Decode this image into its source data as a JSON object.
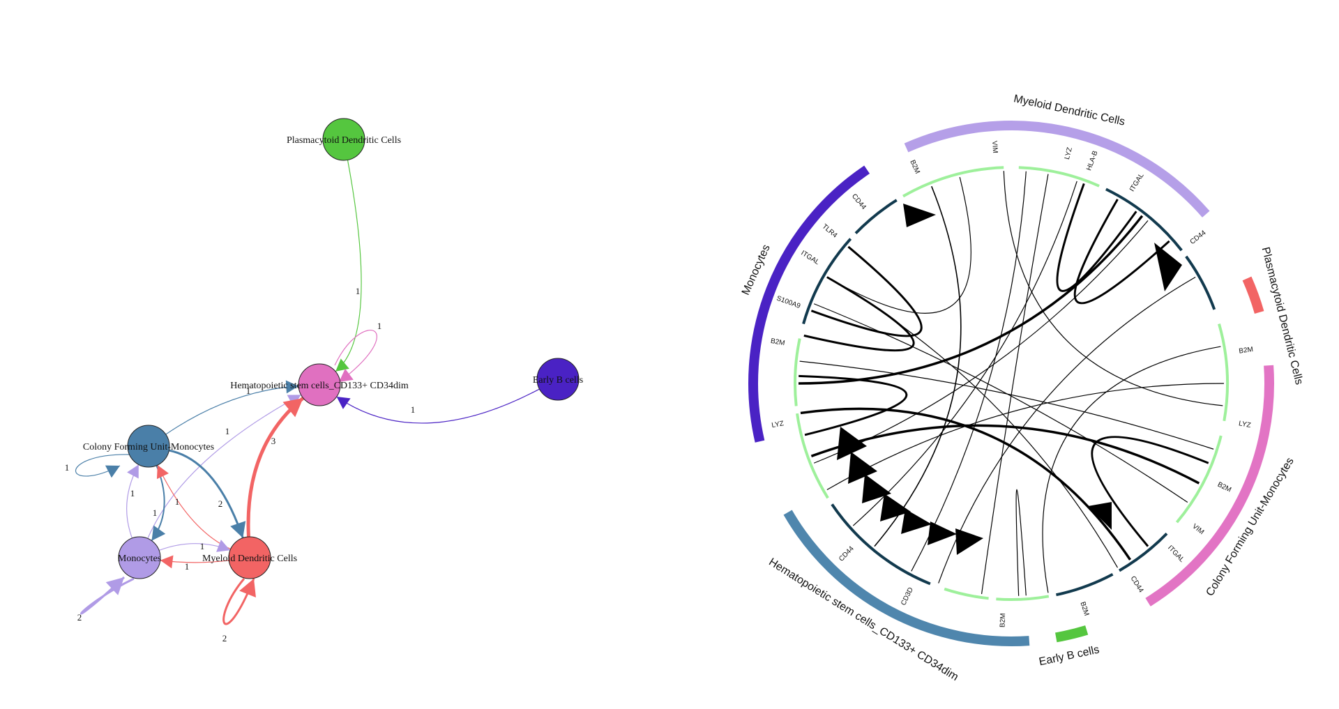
{
  "network": {
    "nodes": [
      {
        "id": "pdc",
        "label": "Plasmacytoid Dendritic Cells",
        "color": "#55c63f"
      },
      {
        "id": "hsc",
        "label": "Hematopoietic stem cells_CD133+ CD34dim",
        "color": "#e070c0"
      },
      {
        "id": "ebc",
        "label": "Early B cells",
        "color": "#4a22c4"
      },
      {
        "id": "cfu",
        "label": "Colony Forming Unit-Monocytes",
        "color": "#4a7fa8"
      },
      {
        "id": "mono",
        "label": "Monocytes",
        "color": "#b09be6"
      },
      {
        "id": "mdc",
        "label": "Myeloid Dendritic Cells",
        "color": "#f26464"
      }
    ],
    "edges": [
      {
        "from": "pdc",
        "to": "hsc",
        "weight": "1"
      },
      {
        "from": "hsc",
        "to": "hsc",
        "weight": "1"
      },
      {
        "from": "ebc",
        "to": "hsc",
        "weight": "1"
      },
      {
        "from": "cfu",
        "to": "hsc",
        "weight": "1"
      },
      {
        "from": "mono",
        "to": "hsc",
        "weight": "1"
      },
      {
        "from": "mdc",
        "to": "hsc",
        "weight": "3"
      },
      {
        "from": "cfu",
        "to": "cfu",
        "weight": "1"
      },
      {
        "from": "cfu",
        "to": "mdc",
        "weight": "2"
      },
      {
        "from": "cfu",
        "to": "mono",
        "weight": "1"
      },
      {
        "from": "mono",
        "to": "cfu",
        "weight": "1"
      },
      {
        "from": "mdc",
        "to": "cfu",
        "weight": "1"
      },
      {
        "from": "mono",
        "to": "mdc",
        "weight": "1"
      },
      {
        "from": "mdc",
        "to": "mono",
        "weight": "1"
      },
      {
        "from": "mono",
        "to": "mono",
        "weight": "2"
      },
      {
        "from": "mdc",
        "to": "mdc",
        "weight": "2"
      }
    ]
  },
  "chord": {
    "sectors": [
      {
        "id": "mdc",
        "label": "Myeloid Dendritic Cells",
        "color": "#b59fe8"
      },
      {
        "id": "pdc",
        "label": "Plasmacytoid Dendritic Cells",
        "color": "#f26464"
      },
      {
        "id": "cfu",
        "label": "Colony Forming Unit-Monocytes",
        "color": "#e274c4"
      },
      {
        "id": "ebc",
        "label": "Early B cells",
        "color": "#55c63f"
      },
      {
        "id": "hsc",
        "label": "Hematopoietic stem cells_CD133+ CD34dim",
        "color": "#4f86ad"
      },
      {
        "id": "mono",
        "label": "Monocytes",
        "color": "#4a22c4"
      }
    ],
    "genes": [
      "B2M",
      "VIM",
      "LYZ",
      "HLA-B",
      "ITGAL",
      "CD44",
      "B2M",
      "LYZ",
      "B2M",
      "VIM",
      "ITGAL",
      "CD44",
      "B2M",
      "B2M",
      "CD3D",
      "CD44",
      "LYZ",
      "B2M",
      "S100A9",
      "ITGAL",
      "TLR4",
      "CD44"
    ],
    "ligand_color": "#9ef09b",
    "receptor_color": "#123a4e"
  }
}
